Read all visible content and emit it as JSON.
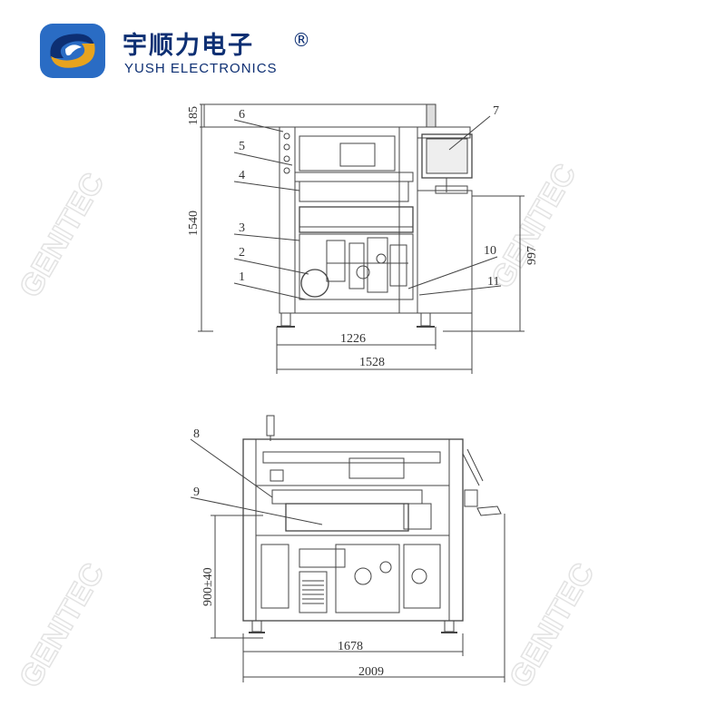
{
  "brand": {
    "name_cn": "宇顺力电子",
    "reg_mark": "®",
    "name_en": "YUSH ELECTRONICS",
    "colors": {
      "navy": "#0d2f73",
      "blue": "#2a6cc4",
      "gold": "#e7a31e"
    }
  },
  "front_view": {
    "dims": {
      "top": "185",
      "height": "1540",
      "right_height": "997",
      "width_inner": "1226",
      "width_outer": "1528"
    },
    "callouts": [
      "6",
      "5",
      "4",
      "3",
      "2",
      "1",
      "7",
      "10",
      "11"
    ]
  },
  "side_view": {
    "dims": {
      "height": "900±40",
      "width_inner": "1678",
      "width_outer": "2009"
    },
    "callouts": [
      "8",
      "9"
    ]
  }
}
